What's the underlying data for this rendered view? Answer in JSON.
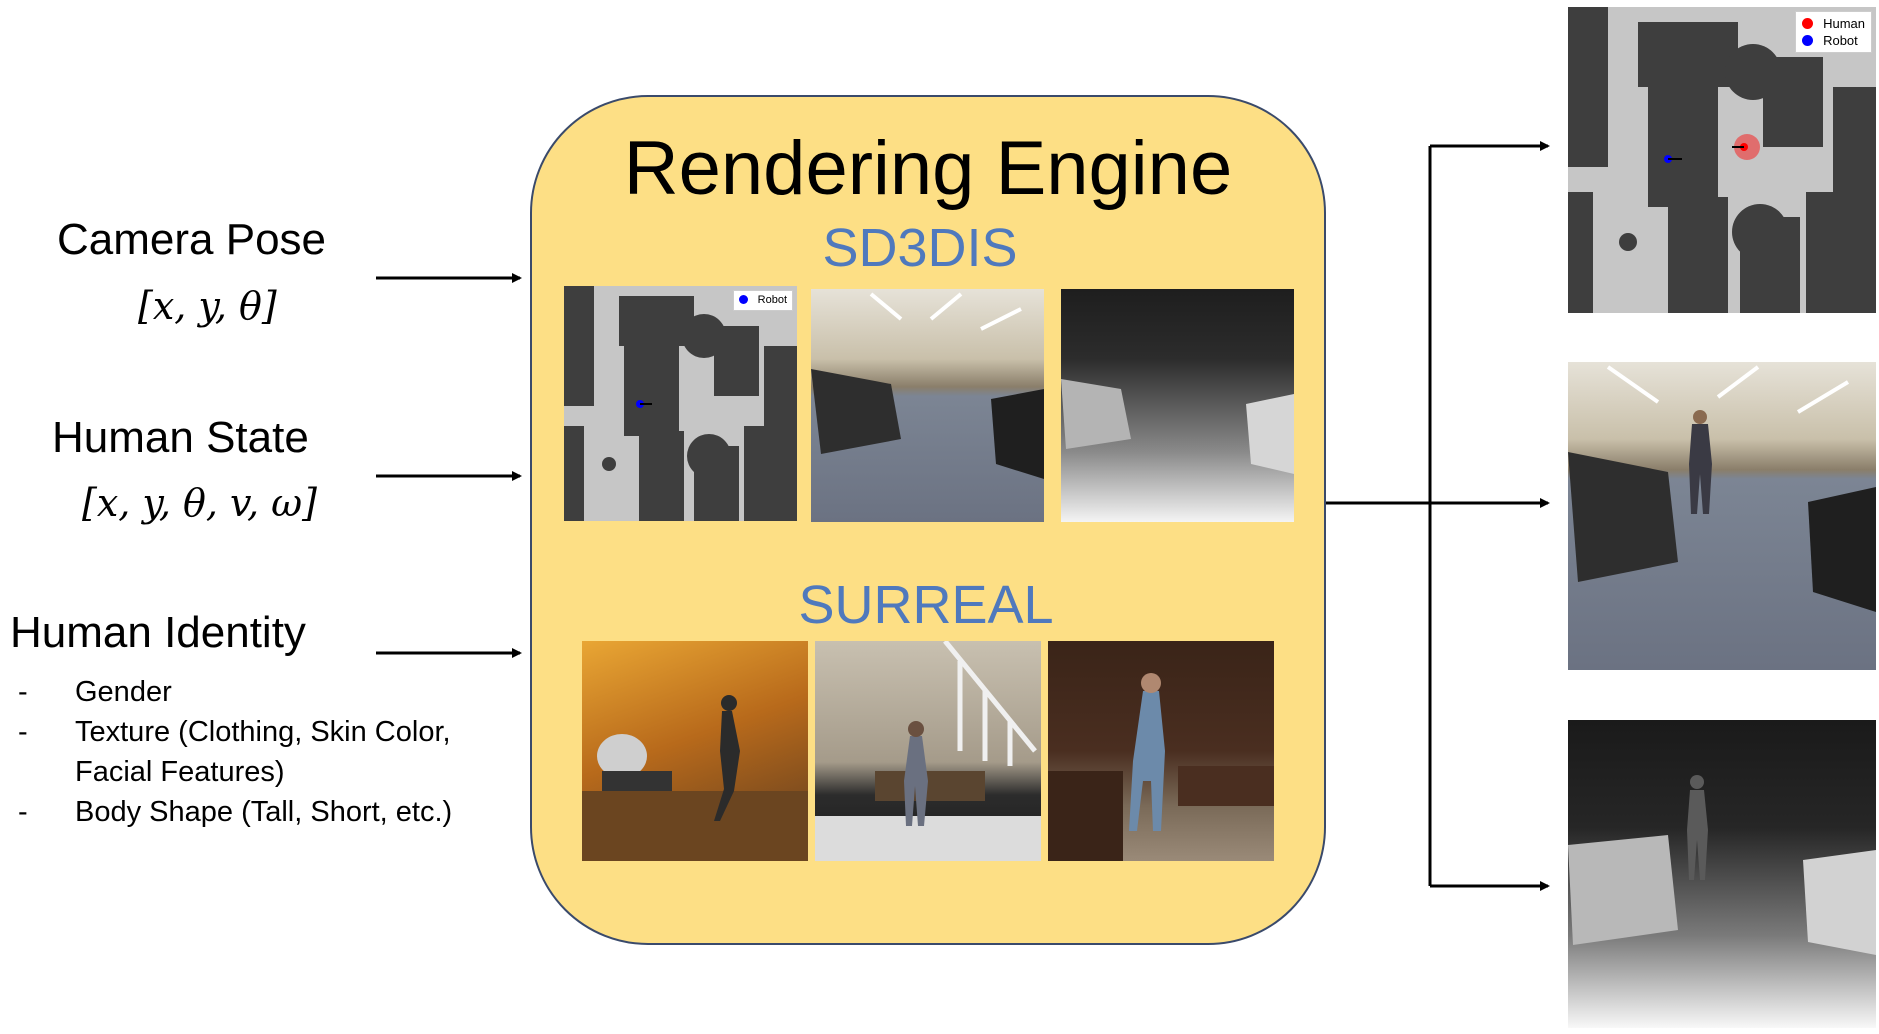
{
  "inputs": {
    "camera_pose": {
      "label": "Camera Pose",
      "vector": "[x, y, θ]"
    },
    "human_state": {
      "label": "Human State",
      "vector": "[x, y, θ, v, ω]"
    },
    "human_identity": {
      "label": "Human Identity",
      "bullets": [
        {
          "dash": "-",
          "text": "Gender"
        },
        {
          "dash": "-",
          "text": "Texture (Clothing, Skin Color,",
          "cont": "Facial Features)"
        },
        {
          "dash": "-",
          "text": "Body Shape (Tall, Short, etc.)"
        }
      ]
    }
  },
  "engine": {
    "title": "Rendering Engine",
    "sd3dis_label": "SD3DIS",
    "surreal_label": "SURREAL",
    "map_legend": "Robot"
  },
  "outputs": {
    "legend": {
      "human": "Human",
      "robot": "Robot"
    }
  },
  "colors": {
    "engine_fill": "#fddf85",
    "engine_border": "#3a4a6b",
    "dataset_label": "#4f79bd",
    "human_marker": "#ff0000",
    "robot_marker": "#0000ff"
  }
}
